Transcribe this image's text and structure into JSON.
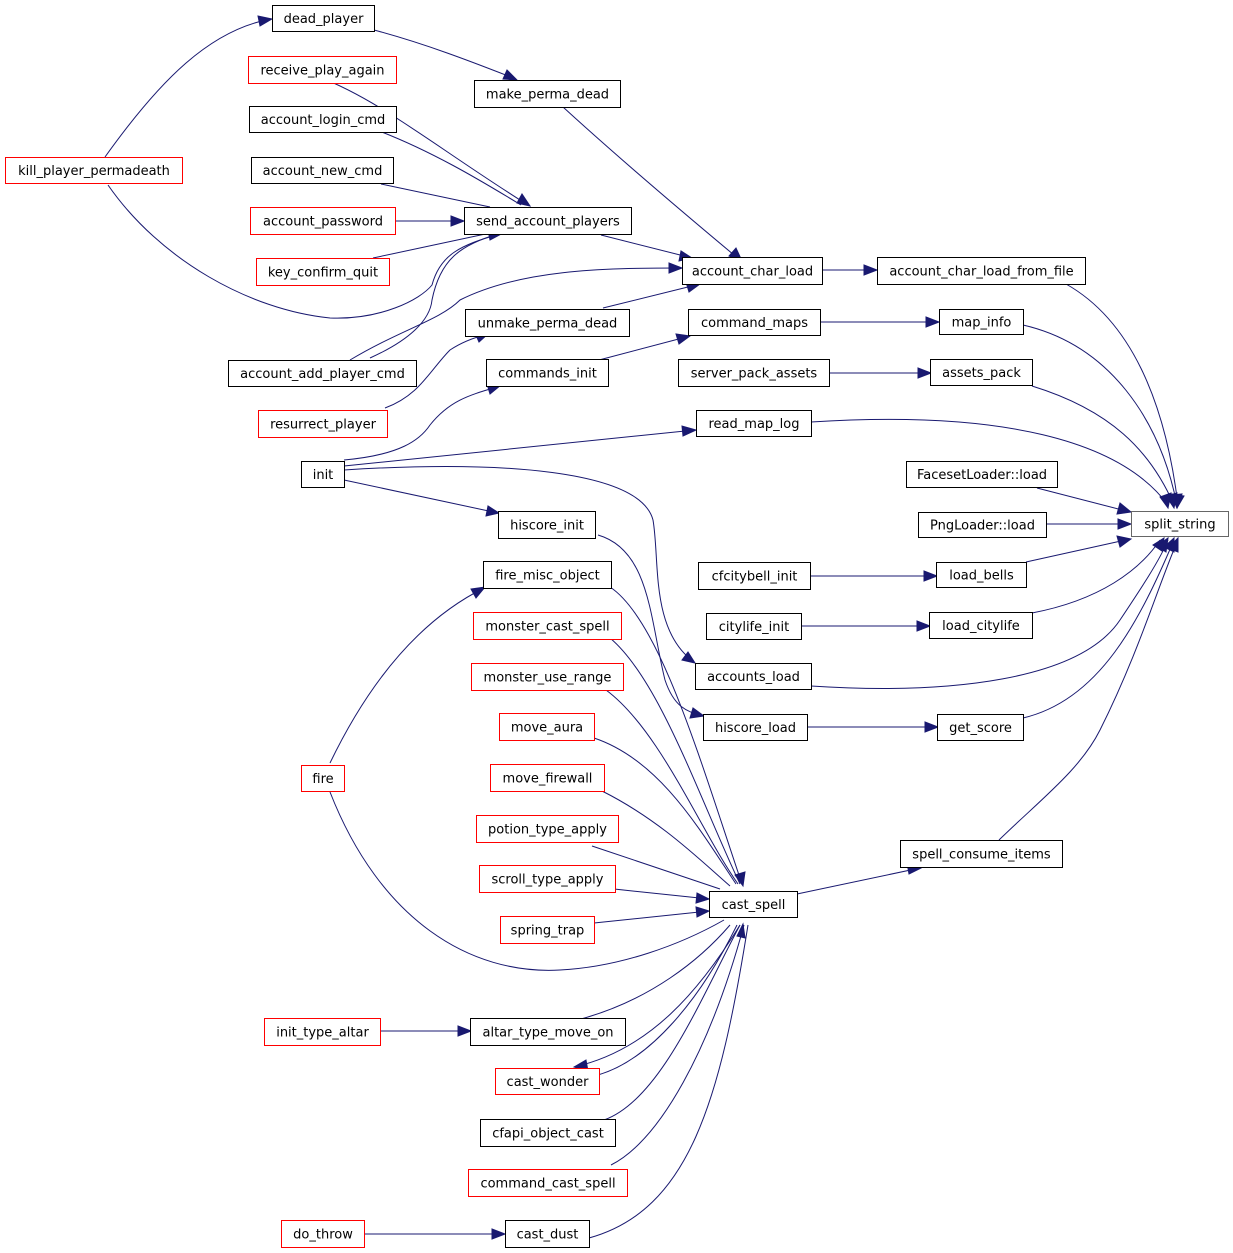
{
  "colors": {
    "edge": "#191970",
    "node_border_documented": "#000000",
    "node_border_undocumented": "#ff0000",
    "root_fill": "#bfbfbf",
    "background": "#ffffff"
  },
  "nodes": [
    {
      "id": "split_string",
      "label": "split_string",
      "style": "root"
    },
    {
      "id": "account_char_load_from_file",
      "label": "account_char_load_from_file",
      "style": "black"
    },
    {
      "id": "map_info",
      "label": "map_info",
      "style": "black"
    },
    {
      "id": "assets_pack",
      "label": "assets_pack",
      "style": "black"
    },
    {
      "id": "read_map_log",
      "label": "read_map_log",
      "style": "black"
    },
    {
      "id": "faceset_loader",
      "label": "FacesetLoader::load",
      "style": "black"
    },
    {
      "id": "png_loader",
      "label": "PngLoader::load",
      "style": "black"
    },
    {
      "id": "load_bells",
      "label": "load_bells",
      "style": "black"
    },
    {
      "id": "load_citylife",
      "label": "load_citylife",
      "style": "black"
    },
    {
      "id": "accounts_load",
      "label": "accounts_load",
      "style": "black"
    },
    {
      "id": "get_score",
      "label": "get_score",
      "style": "black"
    },
    {
      "id": "spell_consume_items",
      "label": "spell_consume_items",
      "style": "black"
    },
    {
      "id": "account_char_load",
      "label": "account_char_load",
      "style": "black"
    },
    {
      "id": "command_maps",
      "label": "command_maps",
      "style": "black"
    },
    {
      "id": "server_pack_assets",
      "label": "server_pack_assets",
      "style": "black"
    },
    {
      "id": "cfcitybell_init",
      "label": "cfcitybell_init",
      "style": "black"
    },
    {
      "id": "citylife_init",
      "label": "citylife_init",
      "style": "black"
    },
    {
      "id": "hiscore_load",
      "label": "hiscore_load",
      "style": "black"
    },
    {
      "id": "cast_spell",
      "label": "cast_spell",
      "style": "black"
    },
    {
      "id": "make_perma_dead",
      "label": "make_perma_dead",
      "style": "black"
    },
    {
      "id": "send_account_players",
      "label": "send_account_players",
      "style": "black"
    },
    {
      "id": "unmake_perma_dead",
      "label": "unmake_perma_dead",
      "style": "black"
    },
    {
      "id": "commands_init",
      "label": "commands_init",
      "style": "black"
    },
    {
      "id": "hiscore_init",
      "label": "hiscore_init",
      "style": "black"
    },
    {
      "id": "fire_misc_object",
      "label": "fire_misc_object",
      "style": "black"
    },
    {
      "id": "monster_cast_spell",
      "label": "monster_cast_spell",
      "style": "red"
    },
    {
      "id": "monster_use_range",
      "label": "monster_use_range",
      "style": "red"
    },
    {
      "id": "move_aura",
      "label": "move_aura",
      "style": "red"
    },
    {
      "id": "move_firewall",
      "label": "move_firewall",
      "style": "red"
    },
    {
      "id": "potion_type_apply",
      "label": "potion_type_apply",
      "style": "red"
    },
    {
      "id": "scroll_type_apply",
      "label": "scroll_type_apply",
      "style": "red"
    },
    {
      "id": "spring_trap",
      "label": "spring_trap",
      "style": "red"
    },
    {
      "id": "altar_type_move_on",
      "label": "altar_type_move_on",
      "style": "black"
    },
    {
      "id": "cast_wonder",
      "label": "cast_wonder",
      "style": "red"
    },
    {
      "id": "cfapi_object_cast",
      "label": "cfapi_object_cast",
      "style": "black"
    },
    {
      "id": "command_cast_spell",
      "label": "command_cast_spell",
      "style": "red"
    },
    {
      "id": "cast_dust",
      "label": "cast_dust",
      "style": "black"
    },
    {
      "id": "dead_player",
      "label": "dead_player",
      "style": "black"
    },
    {
      "id": "receive_play_again",
      "label": "receive_play_again",
      "style": "red"
    },
    {
      "id": "account_login_cmd",
      "label": "account_login_cmd",
      "style": "black"
    },
    {
      "id": "account_new_cmd",
      "label": "account_new_cmd",
      "style": "black"
    },
    {
      "id": "account_password",
      "label": "account_password",
      "style": "red"
    },
    {
      "id": "key_confirm_quit",
      "label": "key_confirm_quit",
      "style": "red"
    },
    {
      "id": "account_add_player_cmd",
      "label": "account_add_player_cmd",
      "style": "black"
    },
    {
      "id": "resurrect_player",
      "label": "resurrect_player",
      "style": "red"
    },
    {
      "id": "init",
      "label": "init",
      "style": "black"
    },
    {
      "id": "fire",
      "label": "fire",
      "style": "red"
    },
    {
      "id": "init_type_altar",
      "label": "init_type_altar",
      "style": "red"
    },
    {
      "id": "do_throw",
      "label": "do_throw",
      "style": "red"
    },
    {
      "id": "kill_player_permadeath",
      "label": "kill_player_permadeath",
      "style": "red"
    }
  ]
}
